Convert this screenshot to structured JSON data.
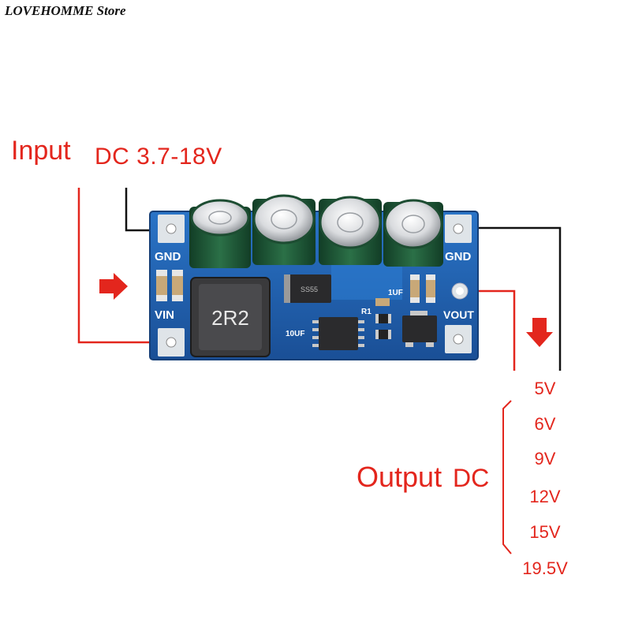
{
  "store": {
    "name": "LOVEHOMME Store"
  },
  "input": {
    "label": "Input",
    "range": "DC 3.7-18V"
  },
  "output": {
    "label": "Output",
    "dc": "DC",
    "voltages": [
      "5V",
      "6V",
      "9V",
      "12V",
      "15V",
      "19.5V"
    ]
  },
  "board": {
    "gnd_left": "GND",
    "vin": "VIN",
    "gnd_right": "GND",
    "vout": "VOUT",
    "inductor": "2R2",
    "ic_top": "SS55",
    "cap_label_1": "10UF",
    "cap_label_2": "1UF",
    "resistor": "R1"
  },
  "colors": {
    "accent": "#e3261d",
    "pcb": "#1f63b4",
    "capacitor": "#1f5a3a"
  }
}
